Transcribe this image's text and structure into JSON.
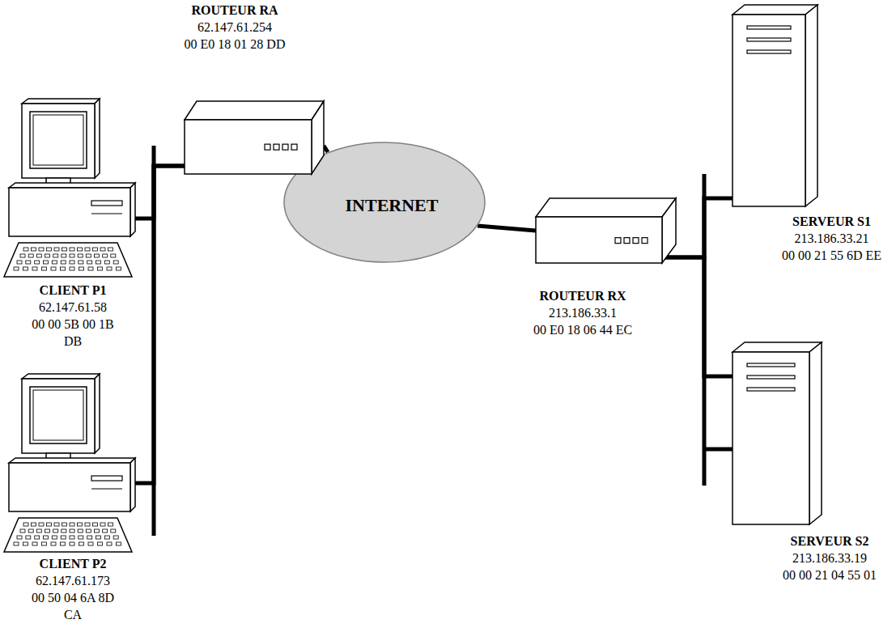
{
  "diagram": {
    "nodes": [
      {
        "text": [
          "ROUTEUR RA",
          "62.147.61.254",
          "00 E0 18 01 28 DD"
        ]
      },
      {
        "text": [
          "INTERNET"
        ]
      },
      {
        "text": [
          "ROUTEUR RX",
          "213.186.33.1",
          "00 E0 18 06 44 EC"
        ]
      },
      {
        "text": [
          "SERVEUR S1",
          "213.186.33.21",
          "00 00 21 55 6D EE"
        ]
      },
      {
        "text": [
          "CLIENT P1",
          "62.147.61.58",
          "00 00 5B 00 1B DB"
        ]
      },
      {
        "text": [
          "CLIENT P2",
          "62.147.61.173",
          "00 50 04 6A 8D CA"
        ]
      },
      {
        "text": [
          "SERVEUR S2",
          "213.186.33.19",
          "00 00 21 04 55 01"
        ]
      }
    ],
    "edges": [
      {
        "from": 4,
        "to": 0,
        "arrow": "none"
      },
      {
        "from": 5,
        "to": 0,
        "arrow": "none"
      },
      {
        "from": 0,
        "to": 1,
        "arrow": "none"
      },
      {
        "from": 1,
        "to": 2,
        "arrow": "none"
      },
      {
        "from": 2,
        "to": 3,
        "arrow": "none"
      },
      {
        "from": 2,
        "to": 6,
        "arrow": "none"
      }
    ]
  }
}
